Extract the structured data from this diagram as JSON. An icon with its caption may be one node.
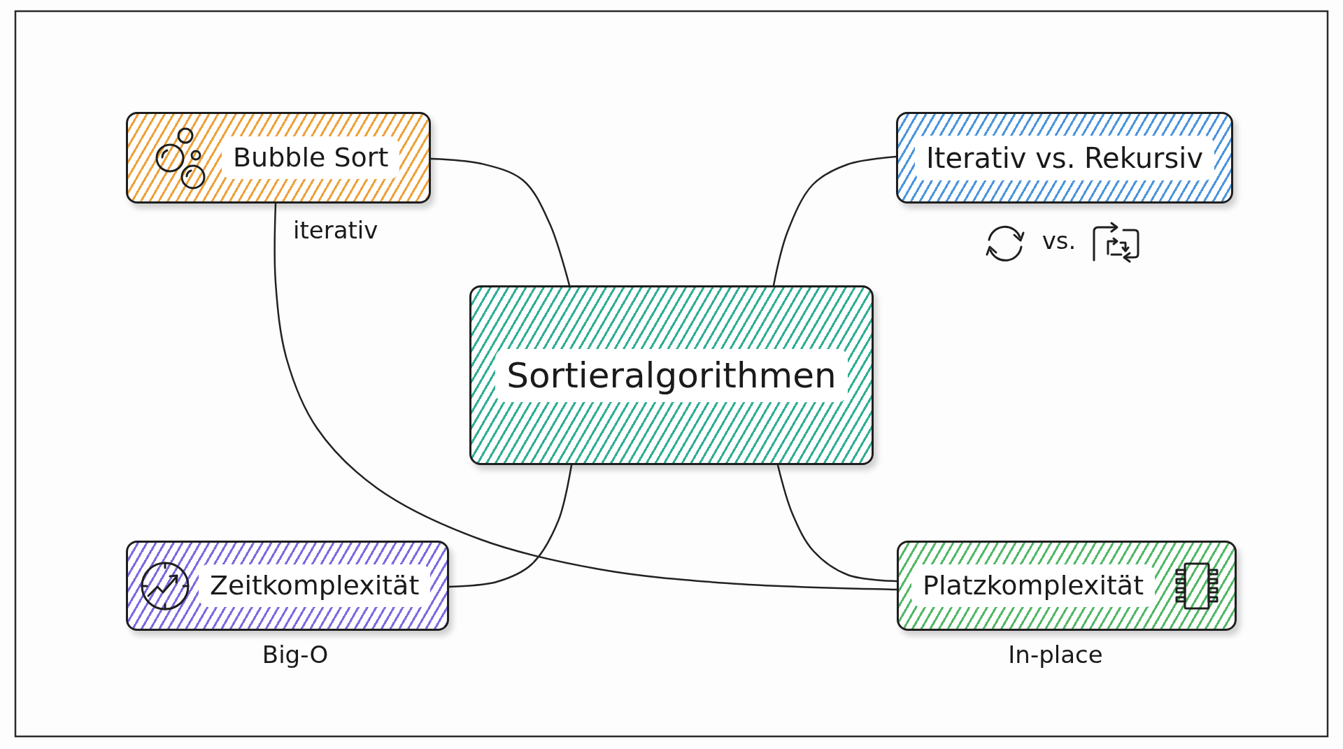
{
  "diagram": {
    "nodes": [
      {
        "text": [
          "Bubble Sort"
        ],
        "beside": [
          "iterativ"
        ]
      },
      {
        "text": [
          "Iterativ vs. Rekursiv"
        ],
        "beside": [
          "vs."
        ]
      },
      {
        "text": [
          "Sortieralgorithmen"
        ]
      },
      {
        "text": [
          "Zeitkomplexität"
        ],
        "beside": [
          "Big-O"
        ]
      },
      {
        "text": [
          "Platzkomplexität"
        ],
        "beside": [
          "In-place"
        ]
      }
    ],
    "edges": [
      {
        "from": 2,
        "to": 0,
        "arrow": "none"
      },
      {
        "from": 2,
        "to": 1,
        "arrow": "none"
      },
      {
        "from": 2,
        "to": 3,
        "arrow": "none"
      },
      {
        "from": 2,
        "to": 4,
        "arrow": "none"
      },
      {
        "from": 0,
        "to": 4,
        "arrow": "none"
      }
    ]
  }
}
